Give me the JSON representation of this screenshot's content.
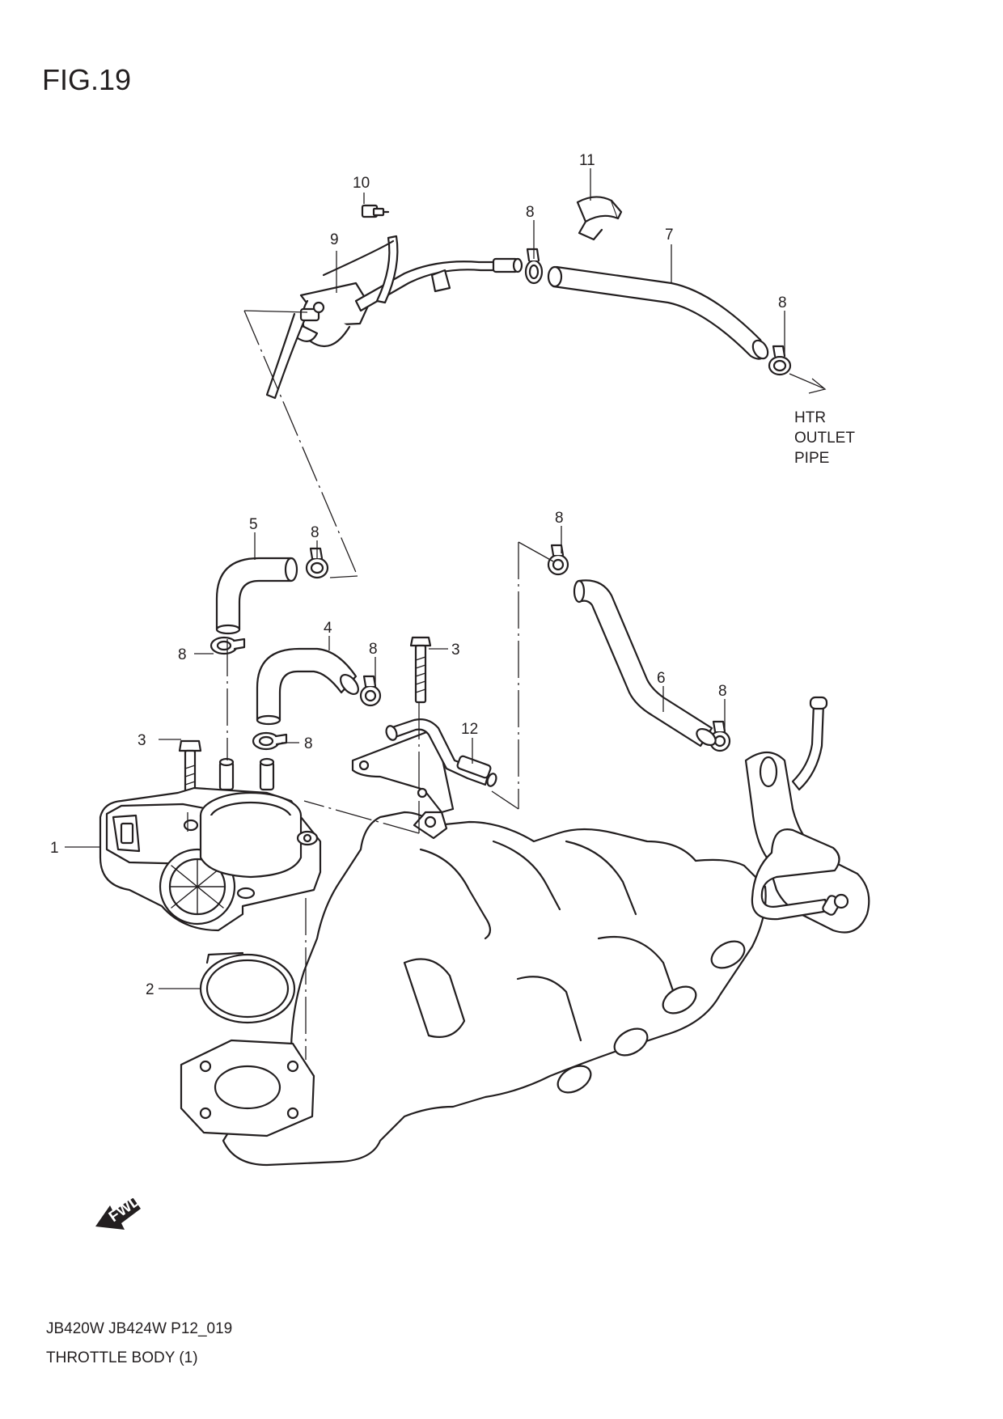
{
  "figure": {
    "title": "FIG.19",
    "model_code": "JB420W JB424W P12_019",
    "section_name": "THROTTLE BODY (1)"
  },
  "note": {
    "line1": "HTR",
    "line2": "OUTLET",
    "line3": "PIPE"
  },
  "fwd_label": "FWD",
  "callouts": {
    "c1": "1",
    "c2": "2",
    "c3a": "3",
    "c3b": "3",
    "c4": "4",
    "c5": "5",
    "c6": "6",
    "c7": "7",
    "c8a": "8",
    "c8b": "8",
    "c8c": "8",
    "c8d": "8",
    "c8e": "8",
    "c8f": "8",
    "c8g": "8",
    "c8h": "8",
    "c9": "9",
    "c10": "10",
    "c11": "11",
    "c12": "12"
  }
}
